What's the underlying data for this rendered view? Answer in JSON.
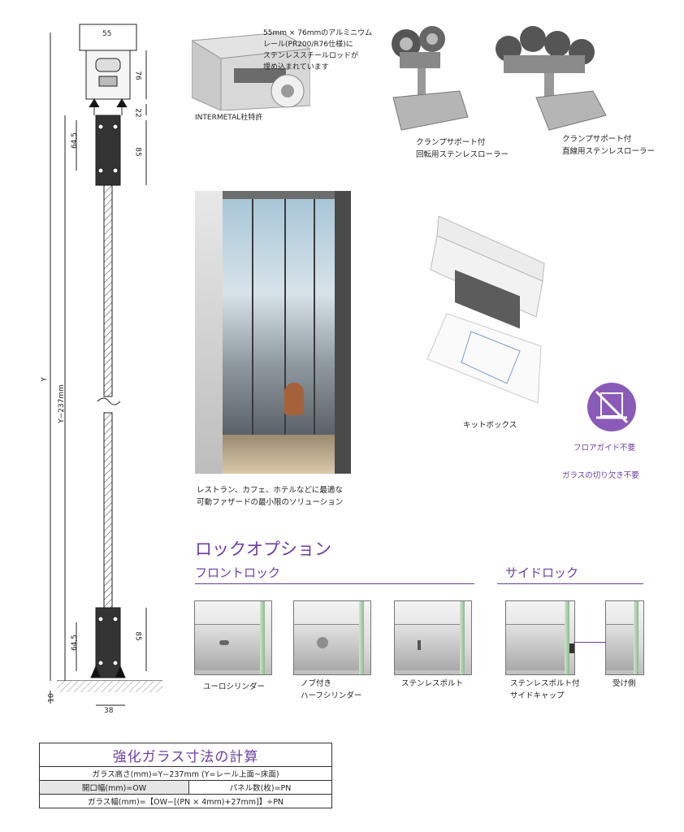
{
  "drawing": {
    "dim_55": "55",
    "dim_76": "76",
    "dim_22": "22",
    "dim_64_5_top": "64,5",
    "dim_85_top": "85",
    "dim_y": "Y",
    "dim_y_237": "Y−237mm",
    "dim_64_5_bottom": "64,5",
    "dim_85_bottom": "85",
    "dim_10": "10",
    "dim_38": "38"
  },
  "rail": {
    "description_lines": [
      "55mm × 76mmのアルミニウム",
      "レール(PR200/R76仕様)に",
      "ステンレススチールロッドが",
      "埋め込まれています"
    ],
    "patent": "INTERMETAL社特許"
  },
  "rollers": [
    {
      "lines": [
        "クランプサポート付",
        "回転用ステンレスローラー"
      ]
    },
    {
      "lines": [
        "クランプサポート付",
        "直線用ステンレスローラー"
      ]
    }
  ],
  "storefront_caption": [
    "レストラン、カフェ、ホテルなどに最適な",
    "可動ファザードの最小限のソリューション"
  ],
  "kitbox": "キットボックス",
  "features": [
    "フロアガイド不要",
    "ガラスの切り欠き不要"
  ],
  "lock": {
    "heading": "ロックオプション",
    "front_heading": "フロントロック",
    "side_heading": "サイドロック",
    "items": [
      {
        "lines": [
          "ユーロシリンダー"
        ]
      },
      {
        "lines": [
          "ノブ付き",
          "ハーフシリンダー"
        ]
      },
      {
        "lines": [
          "ステンレスボルト"
        ]
      },
      {
        "lines": [
          "ステンレスボルト付",
          "サイドキャップ"
        ]
      },
      {
        "lines": [
          "受け側"
        ]
      }
    ]
  },
  "calc": {
    "title": "強化ガラス寸法の計算",
    "row1": "ガラス高さ(mm)=Y−237mm (Y=レール上面~床面)",
    "row2_left": "開口幅(mm)=OW",
    "row2_right": "パネル数(枚)=PN",
    "row3": "ガラス幅(mm)=【OW−[(PN × 4mm)+27mm]】÷PN"
  },
  "colors": {
    "accent": "#6b3fa0"
  }
}
